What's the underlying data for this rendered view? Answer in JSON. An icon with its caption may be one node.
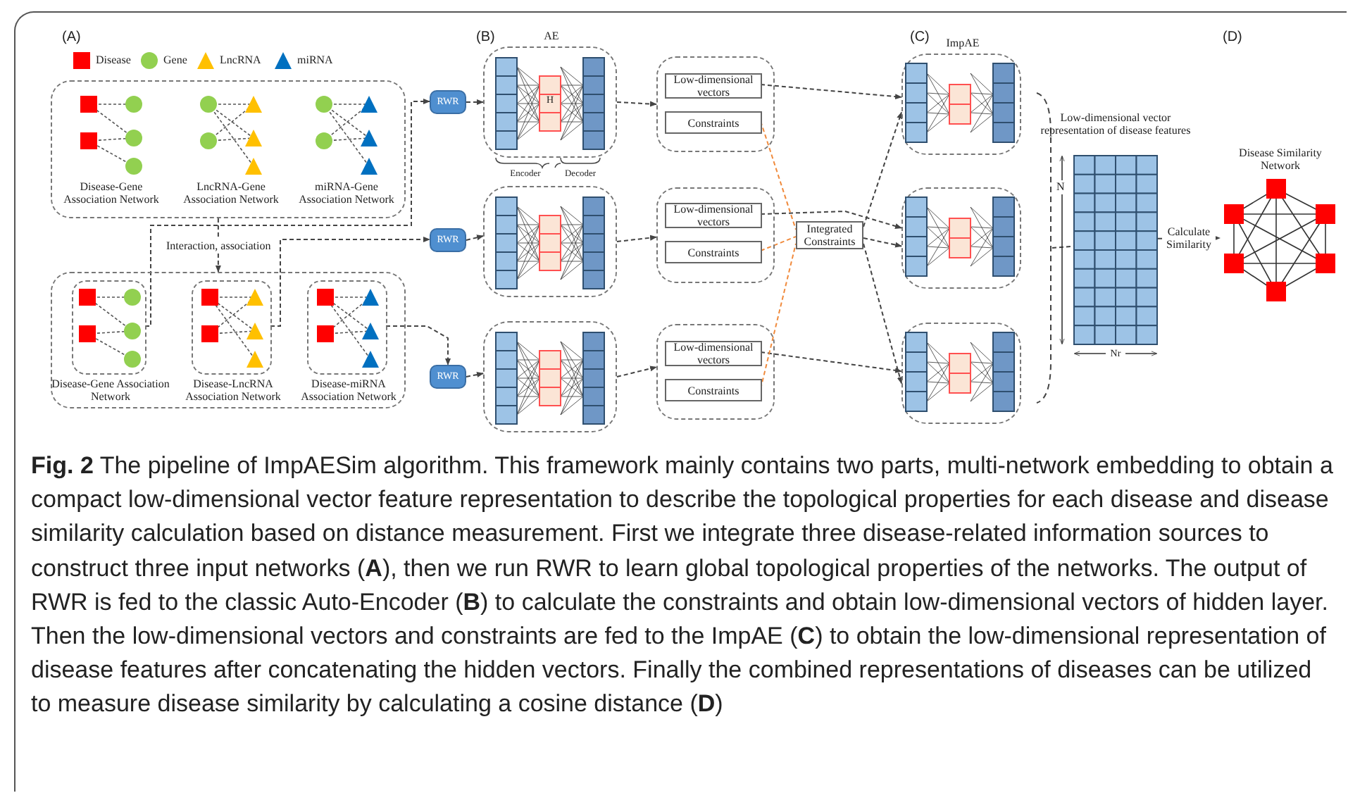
{
  "diagram": {
    "caption": "**Fig. 2** The pipeline of ImpAESim algorithm. This framework mainly contains two parts, multi-network embedding to obtain a compact low-dimensional vector feature representation to describe the topological properties for each disease and disease similarity calculation based on distance measurement. First we integrate three disease-related information sources to construct three input networks (**A**), then we run RWR to learn global topological properties of the networks. The output of RWR is fed to the classic Auto-Encoder (**B**) to calculate the constraints and obtain low-dimensional vectors of hidden layer. Then the low-dimensional vectors and constraints are fed to the ImpAE (**C**) to obtain the low-dimensional representation of disease features after concatenating the hidden vectors. Finally the combined representations of diseases can be utilized to measure disease similarity by calculating a cosine distance (**D**)",
    "nodes": [
      {
        "text": [],
        "shape": "box"
      },
      {
        "text": [
          "Disease-Gene Association Network"
        ],
        "in": 0
      },
      {
        "text": [
          "LncRNA-Gene Association Network"
        ],
        "in": 0
      },
      {
        "text": [
          "miRNA-Gene Association Network"
        ],
        "in": 0
      },
      {
        "text": [],
        "shape": "box"
      },
      {
        "text": [
          "Disease-Gene Association Network"
        ],
        "in": 4
      },
      {
        "text": [
          "Disease-LncRNA Association Network"
        ],
        "in": 4
      },
      {
        "text": [
          "Disease-miRNA Association Network"
        ],
        "in": 4
      },
      {
        "text": [
          "RWR"
        ]
      },
      {
        "text": [
          "RWR"
        ]
      },
      {
        "text": [
          "RWR"
        ]
      },
      {
        "text": [
          "AE"
        ]
      },
      {
        "text": [],
        "shape": "box"
      },
      {
        "text": [],
        "shape": "box"
      },
      {
        "text": [],
        "shape": "box"
      },
      {
        "text": [
          "Low-dimensional vectors"
        ],
        "in": 14
      },
      {
        "text": [
          "Constraints"
        ],
        "in": 14
      },
      {
        "text": [],
        "shape": "box"
      },
      {
        "text": [
          "Low-dimensional vectors"
        ],
        "in": 17
      },
      {
        "text": [
          "Constraints"
        ],
        "in": 17
      },
      {
        "text": [],
        "shape": "box"
      },
      {
        "text": [
          "Low-dimensional vectors"
        ],
        "in": 20
      },
      {
        "text": [
          "Constraints"
        ],
        "in": 20
      },
      {
        "text": [
          "Integrated Constraints"
        ]
      },
      {
        "text": [
          "ImpAE"
        ]
      },
      {
        "text": [],
        "shape": "box"
      },
      {
        "text": [],
        "shape": "box"
      },
      {
        "text": [],
        "shape": "bracket"
      },
      {
        "text": [
          "Low-dimensional vector representation of disease features"
        ]
      },
      {
        "text": [
          "Disease Similarity Network"
        ]
      }
    ],
    "edges": [
      {
        "from": 0,
        "to": 4,
        "arrow": "to",
        "label": "Interaction, association"
      },
      {
        "from": 5,
        "to": 8,
        "arrow": "to"
      },
      {
        "from": 6,
        "to": 9,
        "arrow": "to"
      },
      {
        "from": 7,
        "to": 10,
        "arrow": "to"
      },
      {
        "from": 8,
        "to": 11,
        "arrow": "to"
      },
      {
        "from": 9,
        "to": 12,
        "arrow": "to"
      },
      {
        "from": 10,
        "to": 13,
        "arrow": "to"
      },
      {
        "from": 11,
        "to": 14,
        "arrow": "to"
      },
      {
        "from": 12,
        "to": 17,
        "arrow": "to"
      },
      {
        "from": 13,
        "to": 20,
        "arrow": "to"
      },
      {
        "from": 15,
        "to": 24,
        "arrow": "to"
      },
      {
        "from": 18,
        "to": 25,
        "arrow": "to"
      },
      {
        "from": 21,
        "to": 26,
        "arrow": "to"
      },
      {
        "from": 16,
        "to": 23,
        "arrow": "none",
        "color": "#f08a3c"
      },
      {
        "from": 19,
        "to": 23,
        "arrow": "none",
        "color": "#f08a3c"
      },
      {
        "from": 22,
        "to": 23,
        "arrow": "none",
        "color": "#f08a3c"
      },
      {
        "from": 23,
        "to": 24,
        "arrow": "to"
      },
      {
        "from": 23,
        "to": 25,
        "arrow": "to"
      },
      {
        "from": 23,
        "to": 26,
        "arrow": "to"
      },
      {
        "from": 27,
        "to": 28,
        "arrow": "none"
      },
      {
        "from": 28,
        "to": 29,
        "arrow": "to",
        "label": "Calculate Similarity"
      }
    ],
    "labels": [
      "(A)",
      "(B)",
      "(C)",
      "(D)",
      "H",
      "Encoder",
      "Decoder",
      "N",
      "Nr"
    ],
    "legend": [
      {
        "text": "Disease",
        "color": "#ff0000"
      },
      {
        "text": "Gene",
        "color": "#92d050"
      },
      {
        "text": "LncRNA",
        "color": "#ffc000"
      },
      {
        "text": "miRNA",
        "color": "#0070c0"
      }
    ]
  }
}
